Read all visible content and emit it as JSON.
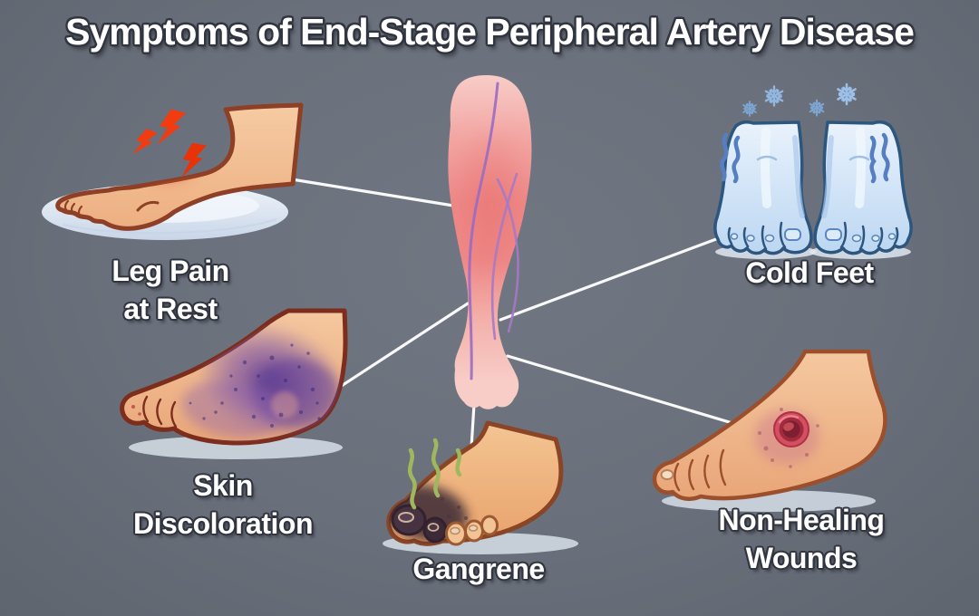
{
  "title": "Symptoms of End-Stage Peripheral Artery Disease",
  "center_illustration": "inflamed-lower-leg-with-veins",
  "symptoms": [
    {
      "id": "leg-pain-at-rest",
      "label_line1": "Leg Pain",
      "label_line2": "at Rest",
      "illustration": "leg-resting-on-pillow-with-pain-bolts"
    },
    {
      "id": "cold-feet",
      "label_line1": "Cold Feet",
      "label_line2": "",
      "illustration": "blue-feet-with-snowflakes-and-shivers"
    },
    {
      "id": "skin-discoloration",
      "label_line1": "Skin",
      "label_line2": "Discoloration",
      "illustration": "foot-with-purple-mottled-ankle"
    },
    {
      "id": "gangrene",
      "label_line1": "Gangrene",
      "label_line2": "",
      "illustration": "foot-with-blackened-toes-and-odor-waves"
    },
    {
      "id": "non-healing-wounds",
      "label_line1": "Non-Healing",
      "label_line2": "Wounds",
      "illustration": "foot-with-open-ulcer"
    }
  ],
  "icons": {
    "snowflake_icon": "❄",
    "pain_bolt_icon": "⚡",
    "odor_wave_icon": "〜",
    "shiver_wave_icon": "≈"
  },
  "colors": {
    "background": "#6a707b",
    "label_text": "#ffffff",
    "label_outline": "#30353f",
    "connector_line": "#ffffff",
    "inflamed_red": "#ee8a89",
    "vein_purple": "#9a6cc2",
    "pain_bolt_red": "#f13b10",
    "cold_blue": "#cfe2f6",
    "cold_outline": "#2d567f",
    "bruise_purple": "#5a3a94",
    "gangrene_black": "#3a2a36",
    "odor_green": "#9fb75e",
    "wound_red": "#a02a3e",
    "skin_tone": "#f5c8a0",
    "skin_outline_brown": "#8d4026"
  }
}
